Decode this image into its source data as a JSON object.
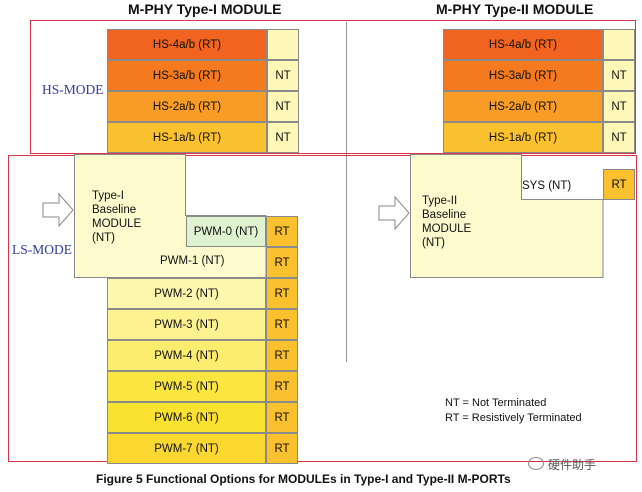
{
  "titles": {
    "type1": "M-PHY Type-I MODULE",
    "type2": "M-PHY Type-II MODULE"
  },
  "modes": {
    "hs": "HS-MODE",
    "ls": "LS-MODE"
  },
  "hs_rows": [
    {
      "label": "HS-4a/b (RT)",
      "term": "",
      "color": "#f0641f"
    },
    {
      "label": "HS-3a/b (RT)",
      "term": "NT",
      "color": "#f4791f"
    },
    {
      "label": "HS-2a/b (RT)",
      "term": "NT",
      "color": "#f89c26"
    },
    {
      "label": "HS-1a/b (RT)",
      "term": "NT",
      "color": "#fbc02e"
    }
  ],
  "type1_baseline": [
    "Type-I",
    "Baseline",
    "MODULE",
    "(NT)"
  ],
  "type2_baseline": [
    "Type-II",
    "Baseline",
    "MODULE",
    "(NT)"
  ],
  "pwm_rows": [
    {
      "label": "PWM-0 (NT)",
      "term": "RT",
      "color": "#dff3d0"
    },
    {
      "label": "PWM-1 (NT)",
      "term": "RT",
      "color": "#fdfacd"
    },
    {
      "label": "PWM-2 (NT)",
      "term": "RT",
      "color": "#fdf6ad"
    },
    {
      "label": "PWM-3 (NT)",
      "term": "RT",
      "color": "#fdf190"
    },
    {
      "label": "PWM-4 (NT)",
      "term": "RT",
      "color": "#fced6f"
    },
    {
      "label": "PWM-5 (NT)",
      "term": "RT",
      "color": "#fbe640"
    },
    {
      "label": "PWM-6 (NT)",
      "term": "RT",
      "color": "#fbe230"
    },
    {
      "label": "PWM-7 (NT)",
      "term": "RT",
      "color": "#fad830"
    }
  ],
  "sys": {
    "label": "SYS (NT)",
    "term": "RT"
  },
  "legend": [
    "NT = Not Terminated",
    "RT = Resistively Terminated"
  ],
  "caption": "Figure 5    Functional Options for MODULEs in Type-I and Type-II M-PORTs",
  "watermark": "硬件助手",
  "colors": {
    "rt_cell": "#fbc02e",
    "term_pale": "#fdf8b8",
    "frame": "#d9364a",
    "mode_text": "#2e3ca3"
  }
}
